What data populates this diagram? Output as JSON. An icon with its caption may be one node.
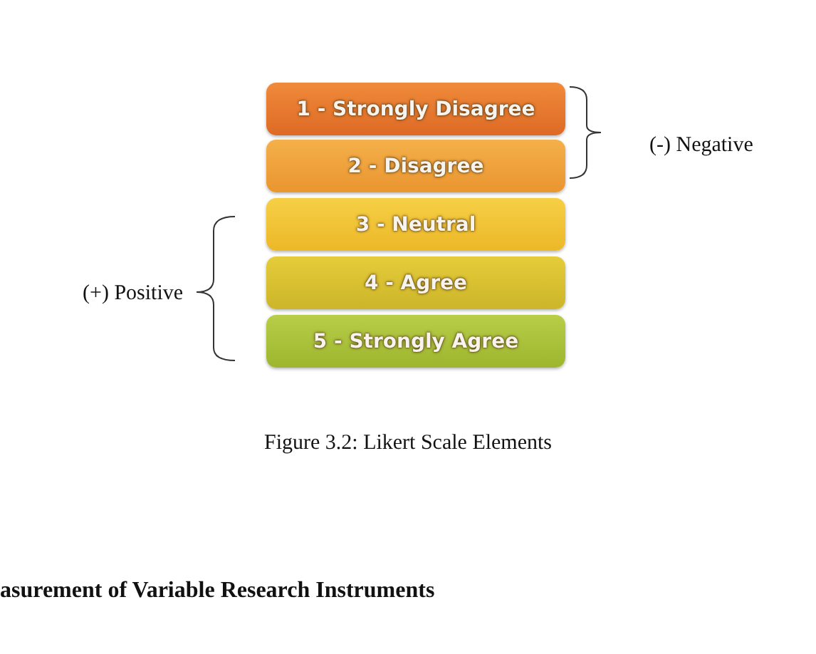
{
  "diagram": {
    "caption": "Figure 3.2: Likert Scale Elements",
    "nodes": [
      {
        "text": [
          "1 - Strongly Disagree"
        ]
      },
      {
        "text": [
          "2 - Disagree"
        ]
      },
      {
        "text": [
          "3 - Neutral"
        ]
      },
      {
        "text": [
          "4 - Agree"
        ]
      },
      {
        "text": [
          "5 - Strongly Agree"
        ]
      }
    ],
    "labels": [
      "(-) Negative",
      "(+) Positive",
      "asurement of Variable Research Instruments"
    ]
  }
}
